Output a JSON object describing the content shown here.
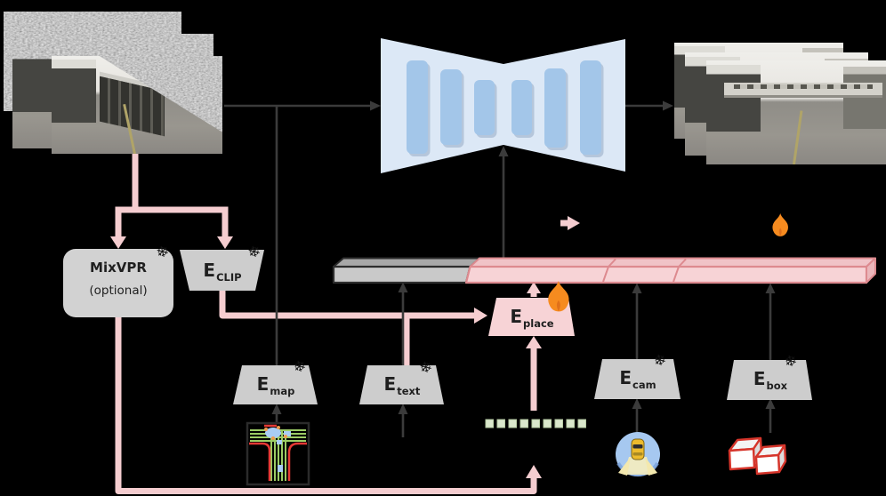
{
  "meta": {
    "type": "model-architecture-diagram"
  },
  "colors": {
    "background": "#000000",
    "pink_line": "#f5cdd0",
    "pink_node": "#f7d3d6",
    "pink_border": "#dd8a8f",
    "gray_node": "#cdcdcd",
    "gray_segment": "#c9c9c9",
    "line_dark": "#3b3b3b",
    "unet_body": "#dce8f6",
    "unet_block": "#a3c6e9",
    "flame_orange": "#f68b1f",
    "dashed_green": "#dae7cc",
    "map_green": "#9ccc65",
    "map_red": "#e53935",
    "box_red": "#d6352b",
    "camera_blue": "#a6c8f0",
    "car_yellow": "#edbb2d"
  },
  "images": {
    "noisy_stack_count": 3,
    "generated_stack_count": 3
  },
  "unet": {
    "block_count": 6
  },
  "token_bar": {
    "segment_colors": [
      "gray",
      "pink",
      "pink",
      "pink"
    ]
  },
  "nodes": {
    "mixvpr": {
      "label": "MixVPR",
      "sublabel": "(optional)",
      "badge": "snowflake"
    },
    "e_clip": {
      "base": "E",
      "sub": "CLIP",
      "badge": "snowflake"
    },
    "e_map": {
      "base": "E",
      "sub": "map",
      "badge": "snowflake"
    },
    "e_text": {
      "base": "E",
      "sub": "text",
      "badge": "snowflake"
    },
    "e_place": {
      "base": "E",
      "sub": "place",
      "badge": "flame"
    },
    "e_cam": {
      "base": "E",
      "sub": "cam",
      "badge": "snowflake"
    },
    "e_box": {
      "base": "E",
      "sub": "box",
      "badge": "snowflake"
    }
  },
  "icons": {
    "snowflake_char": "❄"
  },
  "legend": {
    "pink_arrow_icon": true,
    "flame_icon": true
  }
}
